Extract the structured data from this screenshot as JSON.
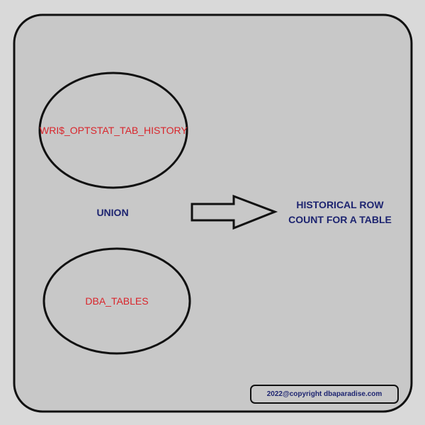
{
  "colors": {
    "page_background": "#d9d9d9",
    "panel_fill": "#c8c8c8",
    "outline": "#111111",
    "table_name_text": "#d9252b",
    "bold_text": "#1d2470"
  },
  "diagram": {
    "source_top": "WRI$_OPTSTAT_TAB_HISTORY",
    "operator": "UNION",
    "source_bottom": "DBA_TABLES",
    "result": "HISTORICAL ROW COUNT FOR A TABLE",
    "arrow_icon": "right-arrow-icon"
  },
  "footer": {
    "copyright": "2022@copyright dbaparadise.com"
  }
}
